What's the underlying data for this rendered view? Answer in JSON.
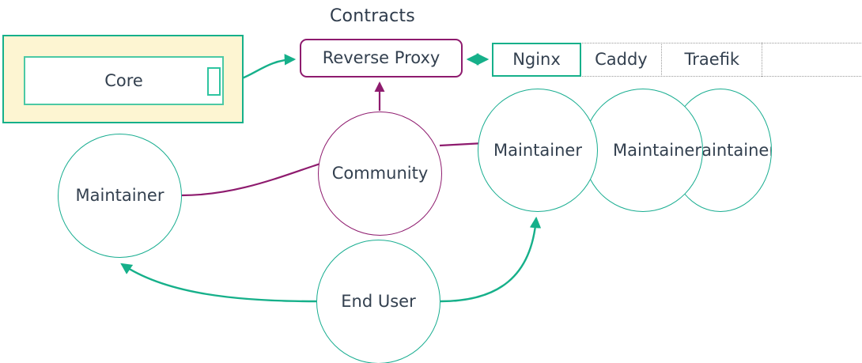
{
  "diagram": {
    "title_label": "Contracts",
    "accent_teal": "#16b08a",
    "accent_purple": "#8e1b6e",
    "text_color": "#33404f",
    "group_fill": "#fdf5d2",
    "background": "#ffffff"
  },
  "core_group": {
    "name": "core-group",
    "inner_label": "Core",
    "has_port": true
  },
  "reverse_proxy": {
    "label": "Reverse Proxy"
  },
  "contract_options": [
    {
      "label": "Nginx",
      "selected": true
    },
    {
      "label": "Caddy",
      "selected": false
    },
    {
      "label": "Traefik",
      "selected": false
    },
    {
      "label": "",
      "selected": false
    }
  ],
  "actors": {
    "maintainer_left": "Maintainer",
    "community": "Community",
    "maintainer_r1": "Maintainer",
    "maintainer_r2": "Maintainer",
    "maintainer_r3": "Maintainer",
    "end_user": "End User"
  },
  "edges": [
    {
      "from": "core-port",
      "to": "reverse-proxy",
      "style": "curved-arrow",
      "color": "#16b08a"
    },
    {
      "from": "reverse-proxy",
      "to": "nginx-cell",
      "style": "double-headed-arrow",
      "color": "#16b08a"
    },
    {
      "from": "community",
      "to": "reverse-proxy",
      "style": "arrow-up",
      "color": "#8e1b6e"
    },
    {
      "from": "maintainer-left",
      "to": "community",
      "style": "plain-line",
      "color": "#8e1b6e"
    },
    {
      "from": "community",
      "to": "maintainer-r1",
      "style": "plain-line",
      "color": "#8e1b6e"
    },
    {
      "from": "end-user",
      "to": "maintainer-left",
      "style": "curved-arrow",
      "color": "#16b08a"
    },
    {
      "from": "end-user",
      "to": "maintainer-r1",
      "style": "curved-arrow",
      "color": "#16b08a"
    }
  ]
}
